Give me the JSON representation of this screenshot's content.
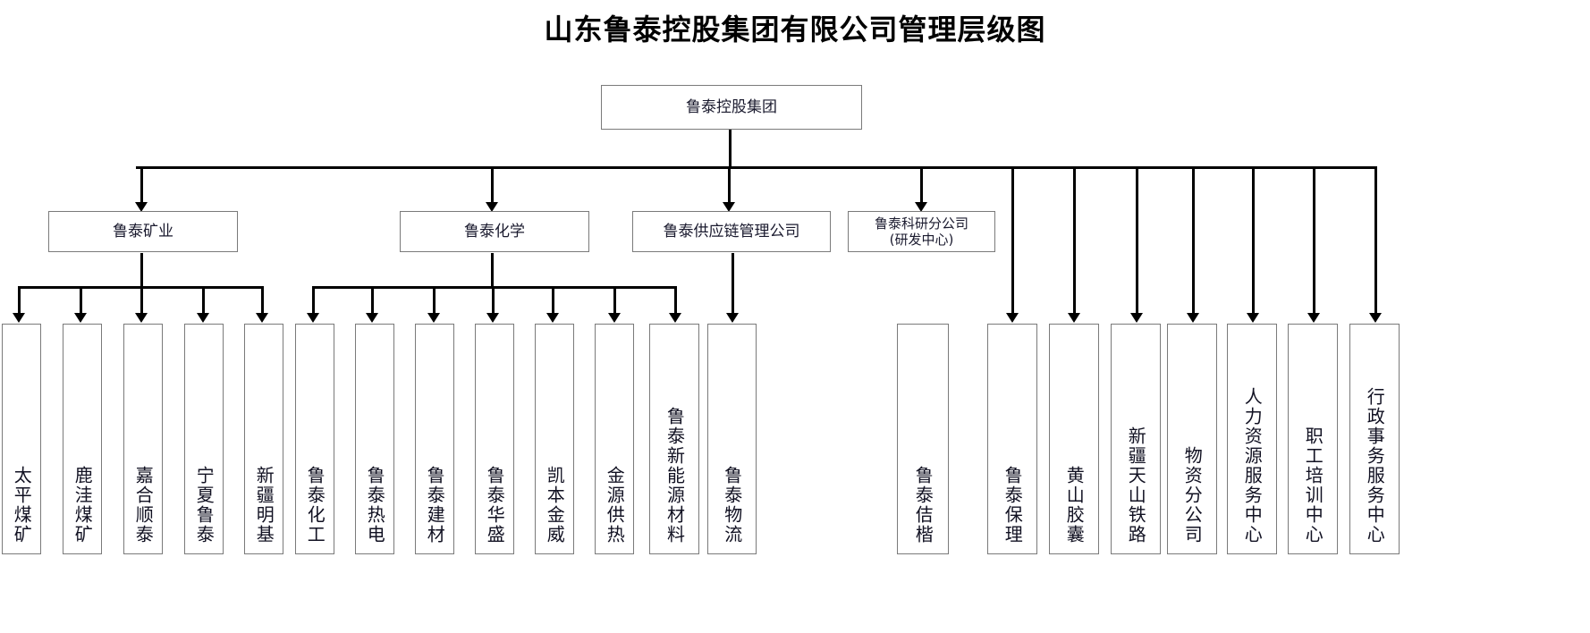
{
  "title": "山东鲁泰控股集团有限公司管理层级图",
  "root": {
    "label": "鲁泰控股集团"
  },
  "level2": [
    {
      "label": "鲁泰矿业"
    },
    {
      "label": "鲁泰化学"
    },
    {
      "label": "鲁泰供应链管理公司"
    },
    {
      "label": "鲁泰科研分公司\n(研发中心)"
    }
  ],
  "mining_children": [
    {
      "label": "太平煤矿"
    },
    {
      "label": "鹿洼煤矿"
    },
    {
      "label": "嘉合顺泰"
    },
    {
      "label": "宁夏鲁泰"
    },
    {
      "label": "新疆明基"
    }
  ],
  "chemical_children": [
    {
      "label": "鲁泰化工"
    },
    {
      "label": "鲁泰热电"
    },
    {
      "label": "鲁泰建材"
    },
    {
      "label": "鲁泰华盛"
    },
    {
      "label": "凯本金威"
    },
    {
      "label": "金源供热"
    },
    {
      "label": "鲁泰新能源材料"
    }
  ],
  "supplychain_children": [
    {
      "label": "鲁泰物流"
    }
  ],
  "group_direct_children": [
    {
      "label": "鲁泰佶楷"
    },
    {
      "label": "鲁泰保理"
    },
    {
      "label": "黄山胶囊"
    },
    {
      "label": "新疆天山铁路"
    },
    {
      "label": "物资分公司"
    },
    {
      "label": "人力资源服务中心"
    },
    {
      "label": "职工培训中心"
    },
    {
      "label": "行政事务服务中心"
    }
  ],
  "colors": {
    "box_border": "#7a7a7a",
    "connector": "#000000",
    "text": "#1a1a2e",
    "background": "#ffffff"
  }
}
